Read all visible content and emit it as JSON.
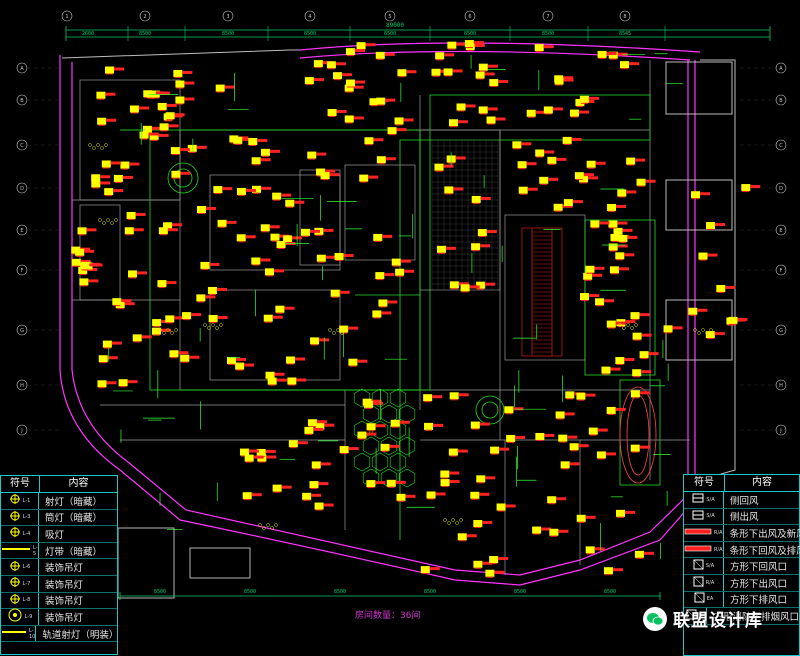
{
  "dimension_labels": {
    "top_overall": "89000",
    "top_segments": [
      "2600",
      "8500",
      "8500",
      "8500",
      "8500",
      "8500",
      "8500",
      "8545"
    ],
    "bottom_segments": [
      "8500",
      "8500",
      "8500",
      "8500",
      "8500",
      "8500"
    ]
  },
  "grid_markers": {
    "top": [
      "1",
      "2",
      "3",
      "4",
      "5",
      "6",
      "7",
      "8"
    ],
    "side": [
      "A",
      "B",
      "C",
      "D",
      "E",
      "F",
      "G",
      "H",
      "J"
    ]
  },
  "caption": "房间数量：36间",
  "legend_left": {
    "header": {
      "symbol": "符号",
      "content": "内容"
    },
    "items": [
      {
        "code": "L-1",
        "icon": "downlight-concealed-icon",
        "label": "射灯（暗藏）"
      },
      {
        "code": "L-3",
        "icon": "tube-light-concealed-icon",
        "label": "筒灯（暗藏）"
      },
      {
        "code": "L-4",
        "icon": "ceiling-lamp-icon",
        "label": "吸灯"
      },
      {
        "code": "L-5",
        "icon": "light-strip-icon",
        "label": "灯带（暗藏）"
      },
      {
        "code": "L-6",
        "icon": "decorative-pendant-icon",
        "label": "装饰吊灯"
      },
      {
        "code": "L-7",
        "icon": "decorative-pendant-icon",
        "label": "装饰吊灯"
      },
      {
        "code": "L-8",
        "icon": "decorative-pendant-icon",
        "label": "装饰吊灯"
      },
      {
        "code": "L-9",
        "icon": "chandelier-icon",
        "label": "装饰吊灯"
      },
      {
        "code": "L-10",
        "icon": "track-spotlight-icon",
        "label": "轨道射灯（明装）"
      }
    ]
  },
  "legend_right": {
    "header": {
      "symbol": "符号",
      "content": "内容"
    },
    "items": [
      {
        "code": "S/A",
        "icon": "side-return-vent-icon",
        "label": "侧回风"
      },
      {
        "code": "S/A",
        "icon": "side-supply-vent-icon",
        "label": "侧出风"
      },
      {
        "code": "R/A",
        "icon": "linear-supply-vent-icon",
        "label": "条形下出风及新风口"
      },
      {
        "code": "R/A",
        "icon": "linear-return-vent-icon",
        "label": "条形下回风及排风口"
      },
      {
        "code": "S/A",
        "icon": "square-return-vent-icon",
        "label": "方形下回风口"
      },
      {
        "code": "R/A",
        "icon": "square-supply-vent-icon",
        "label": "方形下出风口"
      },
      {
        "code": "EA",
        "icon": "square-exhaust-vent-icon",
        "label": "方形下排风口"
      },
      {
        "code": "PF",
        "icon": "smoke-exhaust-vent-icon",
        "label": "方形消防下排烟风口"
      }
    ]
  },
  "watermark": {
    "text": "联盟设计库",
    "icon": "wechat-icon"
  },
  "colors": {
    "background": "#000000",
    "wall": "#c8c8c8",
    "partition": "#ff33ff",
    "light_symbol": "#ffff00",
    "light_symbol_tag": "#ff2222",
    "leader_line": "#33ff33",
    "table_border": "#19c9c9",
    "dimension": "#00cc66"
  }
}
